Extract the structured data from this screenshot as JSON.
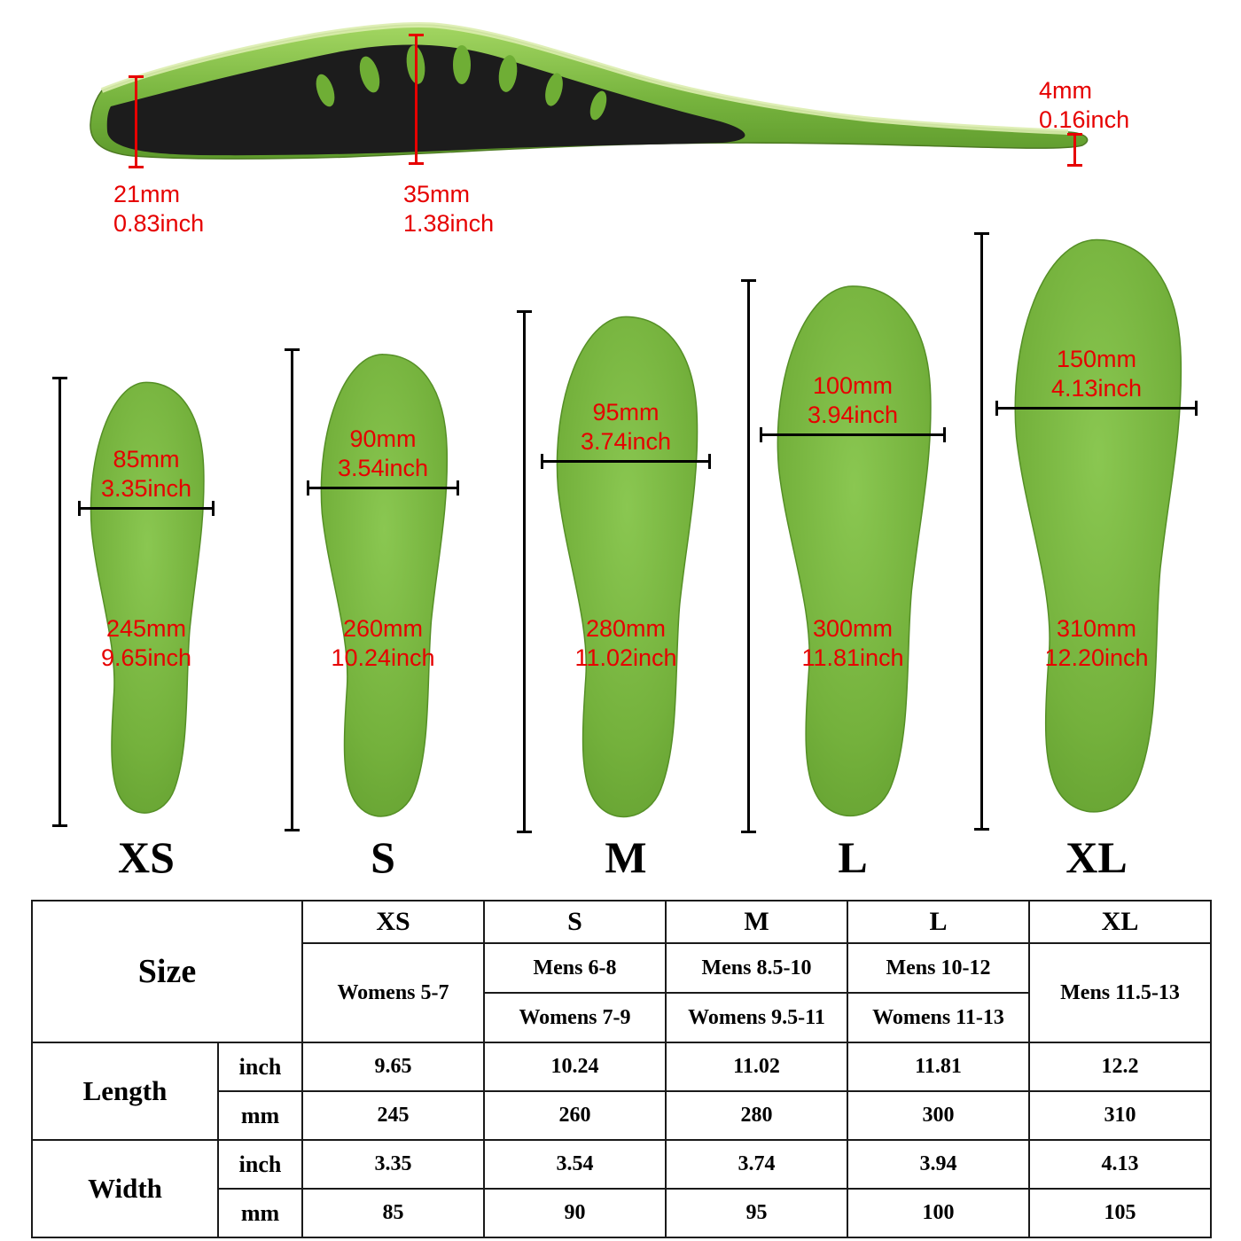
{
  "side_view": {
    "heel": {
      "mm": "21mm",
      "inch": "0.83inch"
    },
    "arch": {
      "mm": "35mm",
      "inch": "1.38inch"
    },
    "toe": {
      "mm": "4mm",
      "inch": "0.16inch"
    }
  },
  "sizes": [
    {
      "label": "XS",
      "width_mm": "85mm",
      "width_inch": "3.35inch",
      "length_mm": "245mm",
      "length_inch": "9.65inch"
    },
    {
      "label": "S",
      "width_mm": "90mm",
      "width_inch": "3.54inch",
      "length_mm": "260mm",
      "length_inch": "10.24inch"
    },
    {
      "label": "M",
      "width_mm": "95mm",
      "width_inch": "3.74inch",
      "length_mm": "280mm",
      "length_inch": "11.02inch"
    },
    {
      "label": "L",
      "width_mm": "100mm",
      "width_inch": "3.94inch",
      "length_mm": "300mm",
      "length_inch": "11.81inch"
    },
    {
      "label": "XL",
      "width_mm": "150mm",
      "width_inch": "4.13inch",
      "length_mm": "310mm",
      "length_inch": "12.20inch"
    }
  ],
  "table": {
    "size_header": "Size",
    "col_headers": [
      "XS",
      "S",
      "M",
      "L",
      "XL"
    ],
    "fit": {
      "xs": "Womens 5-7",
      "s_top": "Mens 6-8",
      "s_bottom": "Womens 7-9",
      "m_top": "Mens 8.5-10",
      "m_bottom": "Womens 9.5-11",
      "l_top": "Mens 10-12",
      "l_bottom": "Womens 11-13",
      "xl": "Mens 11.5-13"
    },
    "length_label": "Length",
    "width_label": "Width",
    "inch_label": "inch",
    "mm_label": "mm",
    "length_inch": [
      "9.65",
      "10.24",
      "11.02",
      "11.81",
      "12.2"
    ],
    "length_mm": [
      "245",
      "260",
      "280",
      "300",
      "310"
    ],
    "width_inch": [
      "3.35",
      "3.54",
      "3.74",
      "3.94",
      "4.13"
    ],
    "width_mm": [
      "85",
      "90",
      "95",
      "100",
      "105"
    ]
  },
  "colors": {
    "insole_green": "#74b13c",
    "measure_red": "#e60000",
    "line_black": "#000000"
  }
}
